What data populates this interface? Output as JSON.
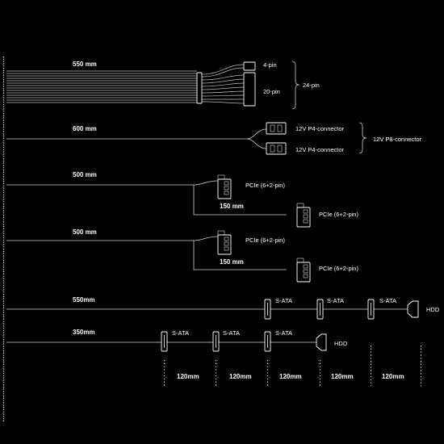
{
  "cables": {
    "atx": {
      "length": "550 mm",
      "pin4_label": "4-pin",
      "pin20_label": "20-pin",
      "total_label": "24-pin"
    },
    "cpu": {
      "length": "600 mm",
      "conn_a_label": "12V P4-connector",
      "conn_b_label": "12V P4-connector",
      "combined_label": "12V P8-connector"
    },
    "pcie_1": {
      "length": "500 mm",
      "conn_a_label": "PCIe (6+2-pin)",
      "branch_length": "150 mm",
      "conn_b_label": "PCIe (6+2-pin)"
    },
    "pcie_2": {
      "length": "500 mm",
      "conn_a_label": "PCIe (6+2-pin)",
      "branch_length": "150 mm",
      "conn_b_label": "PCIe (6+2-pin)"
    },
    "sata_1": {
      "length": "550mm",
      "sata_labels": [
        "S-ATA",
        "S-ATA",
        "S-ATA"
      ],
      "hdd_label": "HDD"
    },
    "sata_2": {
      "length": "350mm",
      "sata_labels": [
        "S-ATA",
        "S-ATA",
        "S-ATA"
      ],
      "hdd_label": "HDD"
    }
  },
  "spacing": {
    "labels": [
      "120mm",
      "120mm",
      "120mm",
      "120mm",
      "120mm"
    ]
  }
}
